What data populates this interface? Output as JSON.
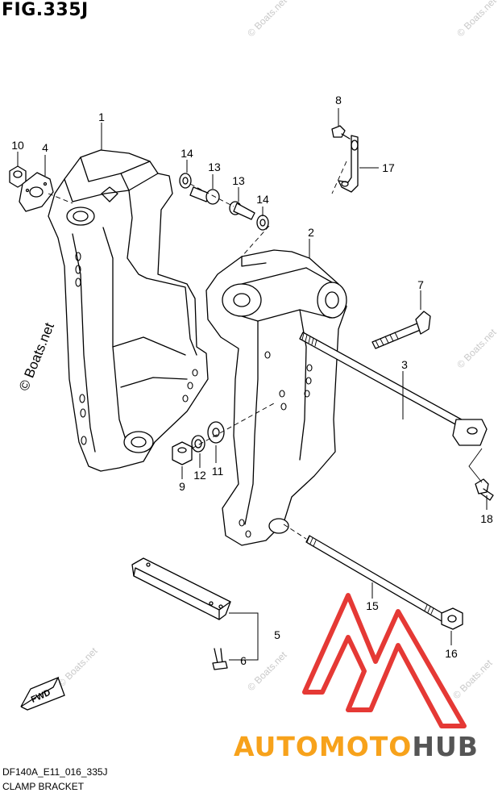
{
  "figure": {
    "title": "FIG.335J",
    "code": "DF140A_E11_016_335J",
    "caption": "CLAMP BRACKET"
  },
  "callouts": [
    "1",
    "2",
    "3",
    "4",
    "5",
    "6",
    "7",
    "8",
    "9",
    "10",
    "11",
    "12",
    "13",
    "13",
    "14",
    "14",
    "15",
    "16",
    "17",
    "18"
  ],
  "direction_badge": "FWD",
  "watermark": {
    "side_text": "© Boats.net",
    "small_text": "© Boats.net"
  },
  "logo": {
    "part1": "AUTOMOTO",
    "part2": "HUB",
    "accent_color": "#f7a21b",
    "mark_color": "#e53935"
  }
}
